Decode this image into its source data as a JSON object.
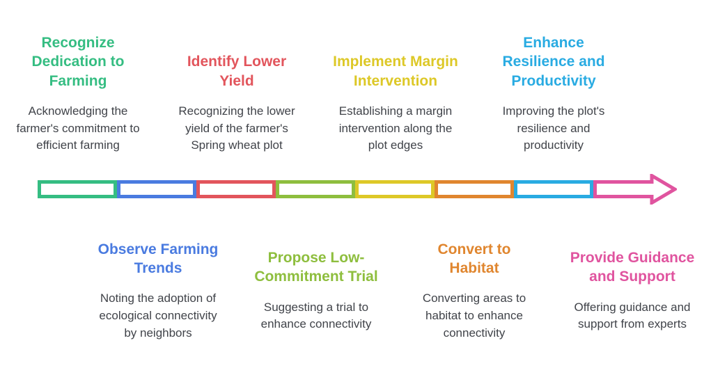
{
  "background_color": "#ffffff",
  "text_color": "#404349",
  "steps": [
    {
      "order": 1,
      "position": "top",
      "title": "Recognize Dedication to Farming",
      "description": "Acknowledging the farmer's commitment to efficient farming",
      "color": "#35bd82"
    },
    {
      "order": 2,
      "position": "bottom",
      "title": "Observe Farming Trends",
      "description": "Noting the adoption of ecological connectivity by neighbors",
      "color": "#4a7be0"
    },
    {
      "order": 3,
      "position": "top",
      "title": "Identify Lower Yield",
      "description": "Recognizing the lower yield of the farmer's Spring wheat plot",
      "color": "#e2555c"
    },
    {
      "order": 4,
      "position": "bottom",
      "title": "Propose Low-Commitment Trial",
      "description": "Suggesting a trial to enhance connectivity",
      "color": "#8ebe3e"
    },
    {
      "order": 5,
      "position": "top",
      "title": "Implement Margin Intervention",
      "description": "Establishing a margin intervention along the plot edges",
      "color": "#ddc827"
    },
    {
      "order": 6,
      "position": "bottom",
      "title": "Convert to Habitat",
      "description": "Converting areas to habitat to enhance connectivity",
      "color": "#e0862f"
    },
    {
      "order": 7,
      "position": "top",
      "title": "Enhance Resilience and Productivity",
      "description": "Improving the plot's resilience and productivity",
      "color": "#29abe2"
    },
    {
      "order": 8,
      "position": "bottom",
      "title": "Provide Guidance and Support",
      "description": "Offering guidance and support from experts",
      "color": "#e0549f"
    }
  ],
  "timeline": {
    "segment_colors": [
      "#35bd82",
      "#4a7be0",
      "#e2555c",
      "#8ebe3e",
      "#ddc827",
      "#e0862f",
      "#29abe2",
      "#e0549f"
    ],
    "direction": "left-to-right"
  }
}
